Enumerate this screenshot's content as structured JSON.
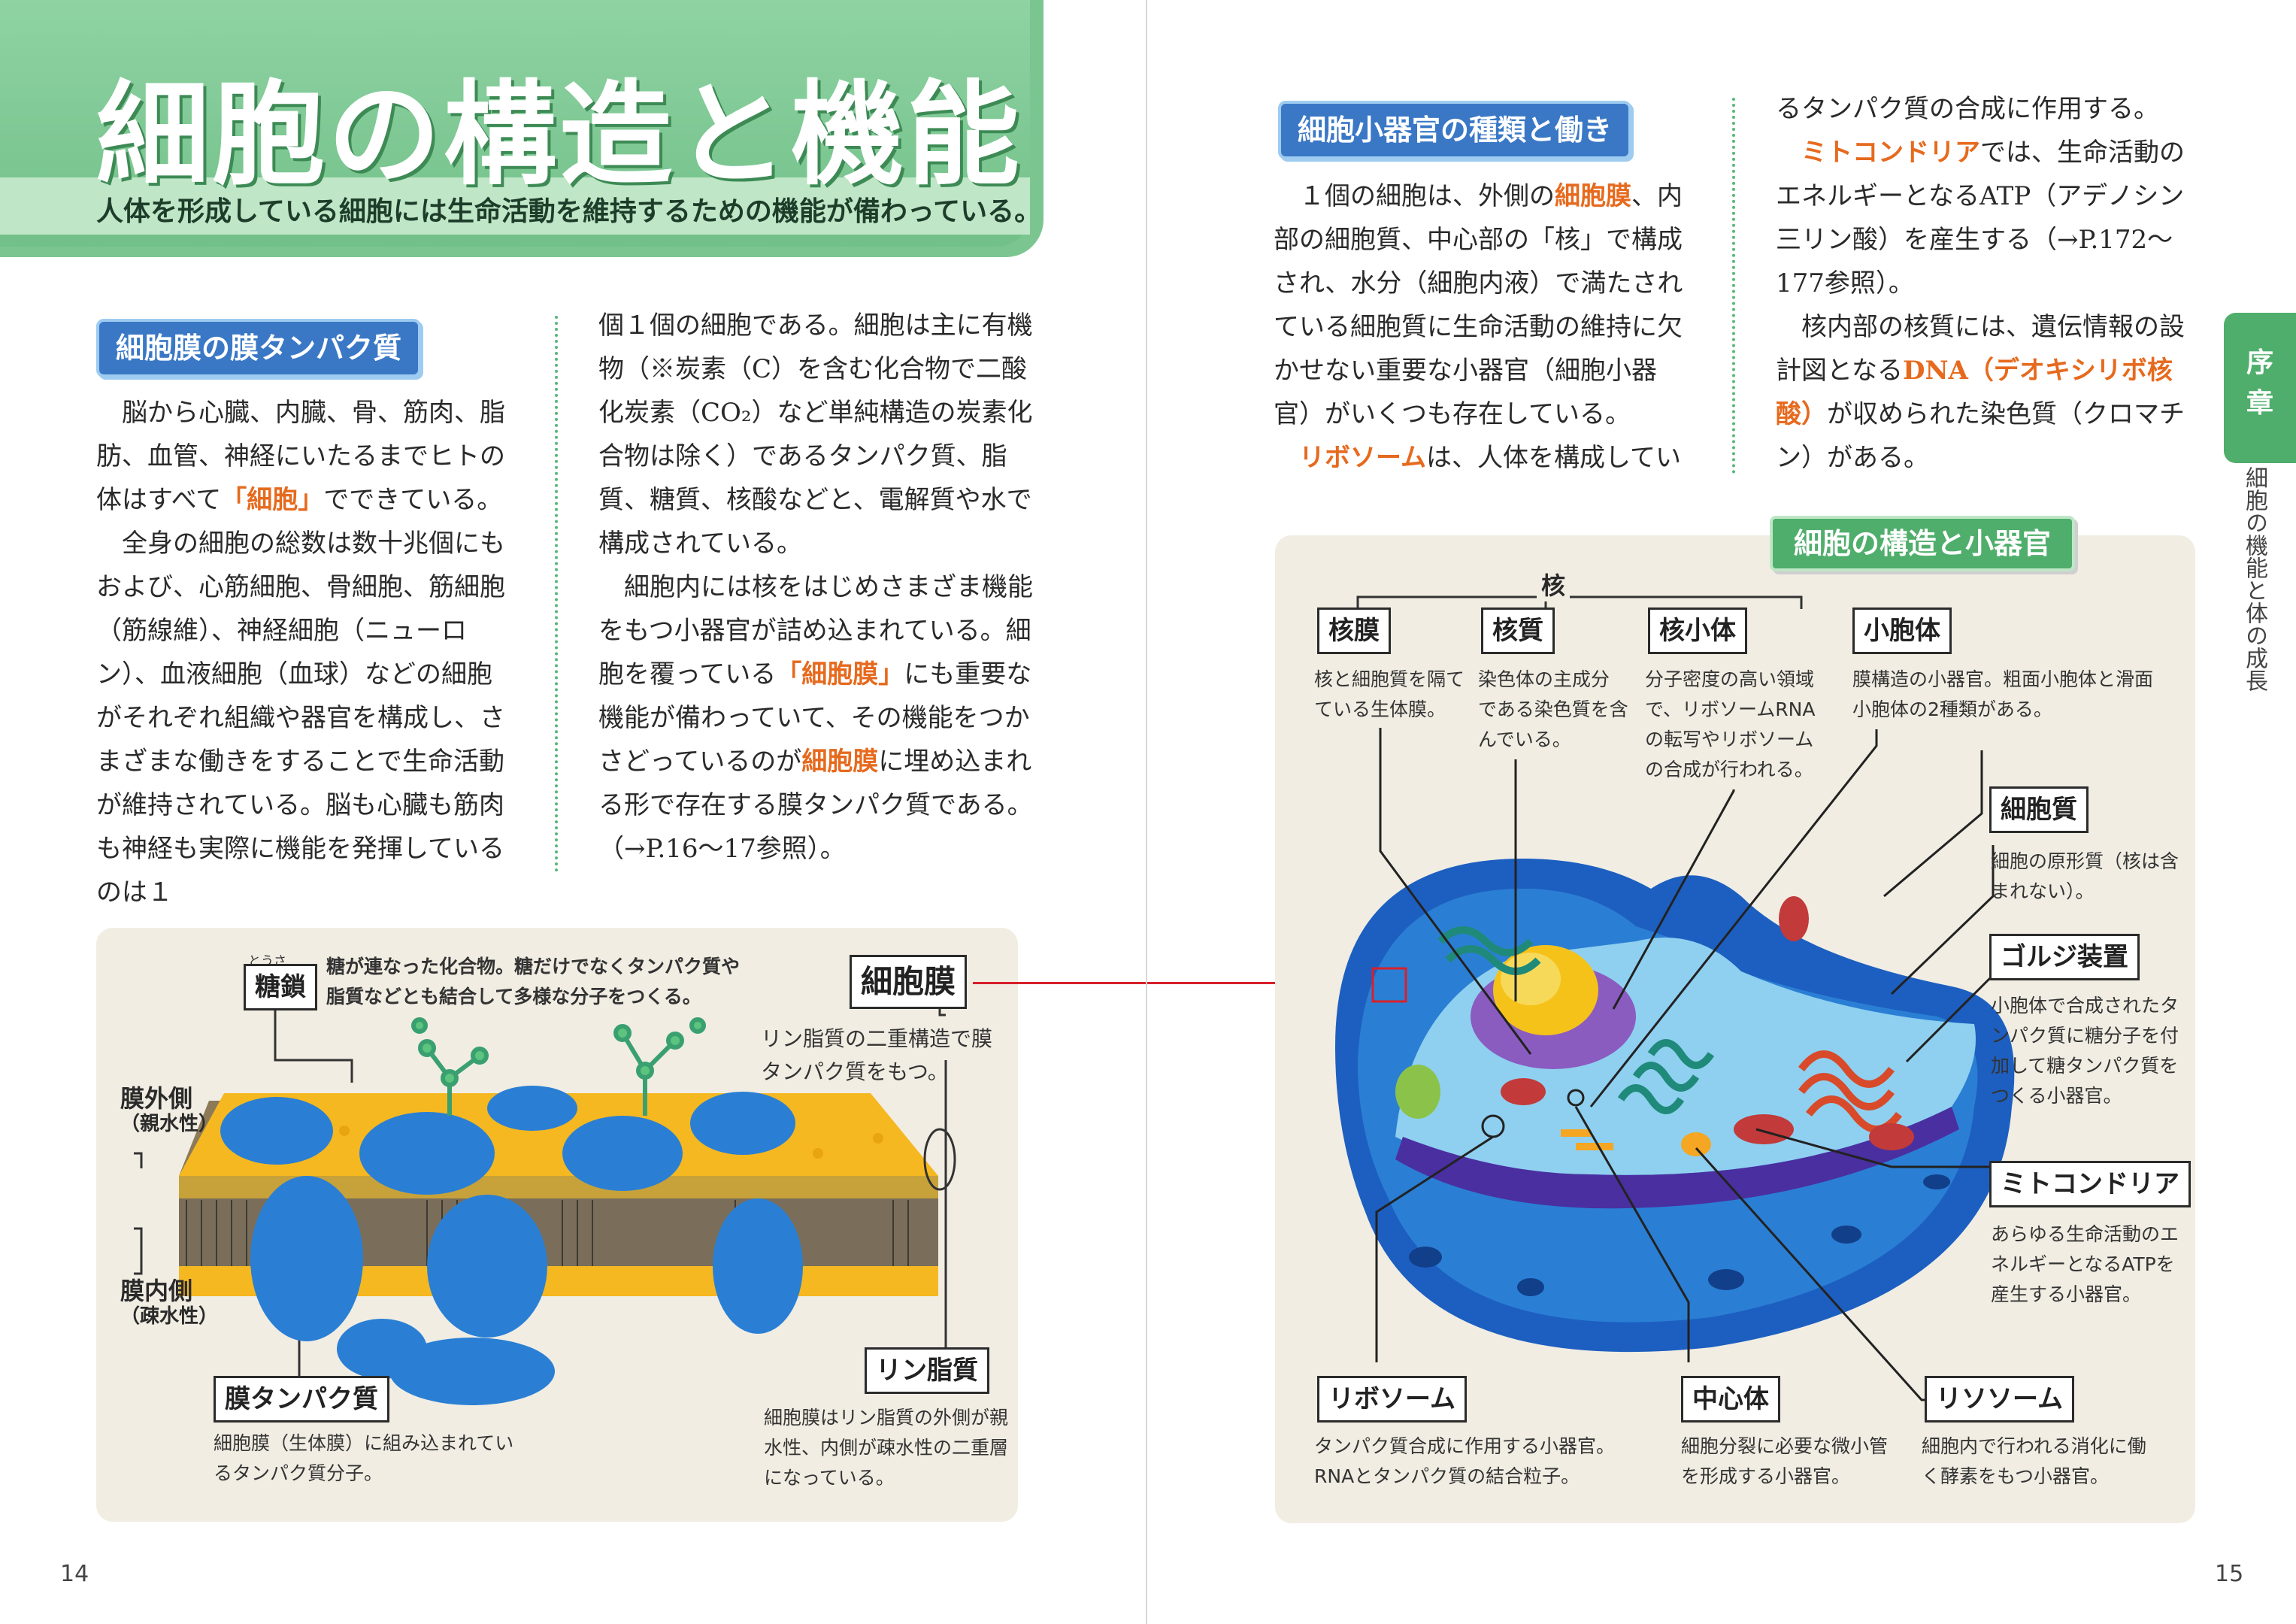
{
  "header": {
    "title": "細胞の構造と機能",
    "subtitle": "人体を形成している細胞には生命活動を維持するための機能が備わっている。"
  },
  "left": {
    "heading": "細胞膜の膜タンパク質",
    "col1": [
      [
        "　脳から心臓、内臓、骨、筋肉、脂肪、血管、神経にいたるまでヒトの体はすべて",
        {
          "hl": "「細胞」"
        },
        "でできている。"
      ],
      [
        "　全身の細胞の総数は数十兆個にもおよび、心筋細胞、骨細胞、筋細胞（筋線維）、神経細胞（ニューロン）、血液細胞（血球）などの細胞がそれぞれ組織や器官を構成し、さまざまな働きをすることで生命活動が維持されている。脳も心臓も筋肉も神経も実際に機能を発揮しているのは１"
      ]
    ],
    "col2": [
      [
        "個１個の細胞である。細胞は主に有機物（※炭素（C）を含む化合物で二酸化炭素（CO₂）など単純構造の炭素化合物は除く）であるタンパク質、脂質、糖質、核酸などと、電解質や水で構成されている。"
      ],
      [
        "　細胞内には核をはじめさまざま機能をもつ小器官が詰め込まれている。細胞を覆っている",
        {
          "hl": "「細胞膜」"
        },
        "にも重要な機能が備わっていて、その機能をつかさどっているのが",
        {
          "hl": "細胞膜"
        },
        "に埋め込まれる形で存在する膜タンパク質である。（→P.16〜17参照）。"
      ]
    ]
  },
  "right": {
    "heading": "細胞小器官の種類と働き",
    "col1": [
      [
        "　１個の細胞は、外側の",
        {
          "hl": "細胞膜"
        },
        "、内部の細胞質、中心部の「核」で構成され、水分（細胞内液）で満たされている細胞質に生命活動の維持に欠かせない重要な小器官（細胞小器官）がいくつも存在している。"
      ],
      [
        "　",
        {
          "hl": "リボソーム"
        },
        "は、人体を構成してい"
      ]
    ],
    "col2": [
      [
        "るタンパク質の合成に作用する。"
      ],
      [
        "　",
        {
          "hl": "ミトコンドリア"
        },
        "では、生命活動のエネルギーとなるATP（アデノシン三リン酸）を産生する（→P.172〜177参照）。"
      ],
      [
        "　核内部の核質には、遺伝情報の設計図となる",
        {
          "hl": "DNA（デオキシリボ核酸）"
        },
        "が収められた染色質（クロマチン）がある。"
      ]
    ]
  },
  "membrane_fig": {
    "tousa_ruby": "とうさ",
    "tousa": "糖鎖",
    "tousa_desc": "糖が連なった化合物。糖だけでなくタンパク質や脂質などとも結合して多様な分子をつくる。",
    "outer": "膜外側",
    "outer_sub": "（親水性）",
    "inner": "膜内側",
    "inner_sub": "（疎水性）",
    "saibomaku": "細胞膜",
    "saibomaku_desc": "リン脂質の二重構造で膜タンパク質をもつ。",
    "protein": "膜タンパク質",
    "protein_desc": "細胞膜（生体膜）に組み込まれているタンパク質分子。",
    "phospho": "リン脂質",
    "phospho_desc": "細胞膜はリン脂質の外側が親水性、内側が疎水性の二重層になっている。"
  },
  "cell_fig": {
    "title": "細胞の構造と小器官",
    "kaku": "核",
    "labels": [
      {
        "name": "核膜",
        "desc": "核と細胞質を隔てている生体膜。"
      },
      {
        "name": "核質",
        "desc": "染色体の主成分である染色質を含んでいる。"
      },
      {
        "name": "核小体",
        "desc": "分子密度の高い領域で、リボソームRNAの転写やリボソームの合成が行われる。"
      },
      {
        "name": "小胞体",
        "desc": "膜構造の小器官。粗面小胞体と滑面小胞体の2種類がある。"
      },
      {
        "name": "細胞質",
        "desc": "細胞の原形質（核は含まれない）。"
      },
      {
        "name": "ゴルジ装置",
        "desc": "小胞体で合成されたタンパク質に糖分子を付加して糖タンパク質をつくる小器官。"
      },
      {
        "name": "ミトコンドリア",
        "desc": "あらゆる生命活動のエネルギーとなるATPを産生する小器官。"
      },
      {
        "name": "リボソーム",
        "desc": "タンパク質合成に作用する小器官。RNAとタンパク質の結合粒子。"
      },
      {
        "name": "中心体",
        "desc": "細胞分裂に必要な微小管を形成する小器官。"
      },
      {
        "name": "リソソーム",
        "desc": "細胞内で行われる消化に働く酵素をもつ小器官。"
      }
    ]
  },
  "chapter": {
    "tab1": "序",
    "tab2": "章",
    "vertical": "細胞の機能と体の成長"
  },
  "pages": {
    "left": "14",
    "right": "15"
  },
  "colors": {
    "accent_green": "#72c089",
    "heading_blue": "#3a78c6",
    "highlight": "#e66a1e",
    "membrane_blue": "#2a7fd4",
    "lipid_yellow": "#f5b820"
  }
}
